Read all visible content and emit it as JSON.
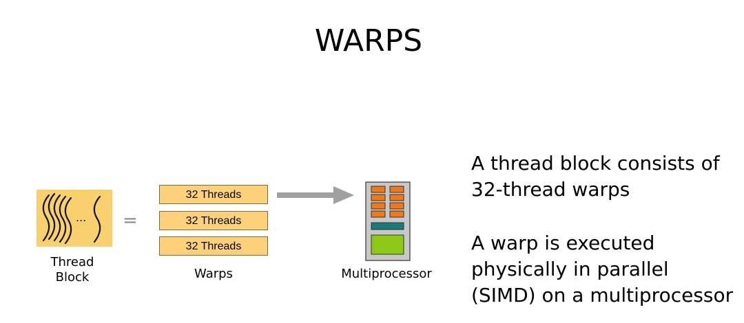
{
  "title": "WARPS",
  "thread_block": {
    "label_line1": "Thread",
    "label_line2": "Block",
    "ellipsis": "..."
  },
  "equals": "=",
  "warps": {
    "items": [
      "32 Threads",
      "32 Threads",
      "32 Threads"
    ],
    "label": "Warps"
  },
  "multiprocessor": {
    "label": "Multiprocessor"
  },
  "description": {
    "para1_line1": "A thread block consists of",
    "para1_line2": "32-thread warps",
    "para2_line1": "A warp is executed",
    "para2_line2": "physically in parallel",
    "para2_line3": "(SIMD) on a multiprocessor"
  },
  "colors": {
    "thread_block_fill": "#f9d06e",
    "warp_fill": "#fcd17a",
    "arrow": "#a0a0a0",
    "mp_body": "#c8c8c8",
    "mp_orange": "#f07a1a",
    "mp_teal": "#1a7a7a",
    "mp_green": "#8cc814"
  }
}
